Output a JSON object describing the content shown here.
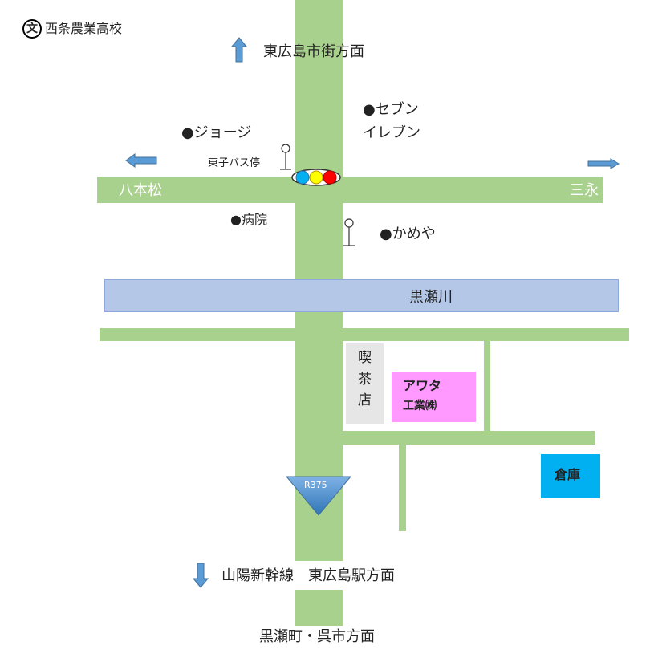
{
  "map": {
    "school": {
      "symbol": "文",
      "label": "西条農業高校"
    },
    "north_direction": "東広島市街方面",
    "west_road": "八本松",
    "east_road": "三永",
    "bus_stop": "東子バス停",
    "poi": {
      "george": "●ジョージ",
      "seven_eleven_line1": "●セブン",
      "seven_eleven_line2": "イレブン",
      "hospital": "●病院",
      "kameya": "●かめや"
    },
    "river": "黒瀬川",
    "cafe": [
      "喫",
      "茶",
      "店"
    ],
    "awata": {
      "line1": "アワタ",
      "line2": "工業㈱"
    },
    "warehouse": "倉庫",
    "route_marker": "R375",
    "south_direction": "山陽新幹線　東広島駅方面",
    "bottom_direction": "黒瀬町・呉市方面",
    "colors": {
      "road": "#a9d18e",
      "river": "#b4c7e7",
      "arrow": "#5b9bd5",
      "cafe": "#e6e6e6",
      "awata": "#ff99ff",
      "warehouse": "#00b0f0",
      "signal_blue": "#00b0f0",
      "signal_yellow": "#ffff00",
      "signal_red": "#ff0000"
    }
  }
}
